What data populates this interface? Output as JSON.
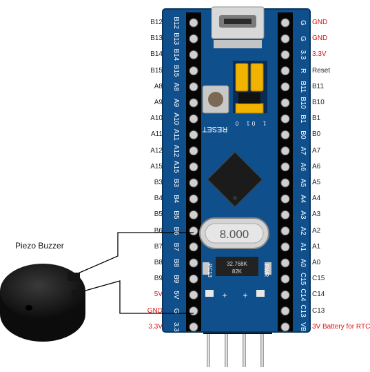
{
  "buzzer": {
    "title": "Piezo Buzzer"
  },
  "left_labels": [
    {
      "text": "B12",
      "red": false
    },
    {
      "text": "B13",
      "red": false
    },
    {
      "text": "B14",
      "red": false
    },
    {
      "text": "B15",
      "red": false
    },
    {
      "text": "A8",
      "red": false
    },
    {
      "text": "A9",
      "red": false
    },
    {
      "text": "A10",
      "red": false
    },
    {
      "text": "A11",
      "red": false
    },
    {
      "text": "A12",
      "red": false
    },
    {
      "text": "A15",
      "red": false
    },
    {
      "text": "B3",
      "red": false
    },
    {
      "text": "B4",
      "red": false
    },
    {
      "text": "B5",
      "red": false
    },
    {
      "text": "B6",
      "red": false
    },
    {
      "text": "B7",
      "red": false
    },
    {
      "text": "B8",
      "red": false
    },
    {
      "text": "B9",
      "red": false
    },
    {
      "text": "5V",
      "red": true
    },
    {
      "text": "GND",
      "red": true
    },
    {
      "text": "3.3V",
      "red": true
    }
  ],
  "right_labels": [
    {
      "text": "GND",
      "red": true
    },
    {
      "text": "GND",
      "red": true
    },
    {
      "text": "3.3V",
      "red": true
    },
    {
      "text": "Reset",
      "red": false
    },
    {
      "text": "B11",
      "red": false
    },
    {
      "text": "B10",
      "red": false
    },
    {
      "text": "B1",
      "red": false
    },
    {
      "text": "B0",
      "red": false
    },
    {
      "text": "A7",
      "red": false
    },
    {
      "text": "A6",
      "red": false
    },
    {
      "text": "A5",
      "red": false
    },
    {
      "text": "A4",
      "red": false
    },
    {
      "text": "A3",
      "red": false
    },
    {
      "text": "A2",
      "red": false
    },
    {
      "text": "A1",
      "red": false
    },
    {
      "text": "A0",
      "red": false
    },
    {
      "text": "C15",
      "red": false
    },
    {
      "text": "C14",
      "red": false
    },
    {
      "text": "C13",
      "red": false
    },
    {
      "text": "3V Battery for RTC",
      "red": true
    }
  ],
  "board": {
    "silk_left": [
      "B12",
      "B13",
      "B14",
      "B15",
      "A8",
      "A9",
      "A10",
      "A11",
      "A12",
      "A15",
      "B3",
      "B4",
      "B5",
      "B6",
      "B7",
      "B8",
      "B9",
      "5V",
      "G",
      "3.3"
    ],
    "silk_right": [
      "G",
      "G",
      "3.3",
      "R",
      "B11",
      "B10",
      "B1",
      "B0",
      "A7",
      "A6",
      "A5",
      "A4",
      "A3",
      "A2",
      "A1",
      "A0",
      "C15",
      "C14",
      "C13",
      "VB"
    ],
    "reset_label": "RESET",
    "jumper_labels": [
      "0",
      "1",
      "0",
      "1"
    ],
    "crystal_label": "8.000",
    "rtc_crystal_label": "32.768K",
    "rtc_crystal_sub": "82K",
    "pc13_label": "PC13",
    "pwr_label": "PWR",
    "header_signs": [
      "+",
      "+"
    ]
  },
  "colors": {
    "board": "#0e4f8c",
    "label_red": "#e01010",
    "jumper": "#f2b200"
  }
}
